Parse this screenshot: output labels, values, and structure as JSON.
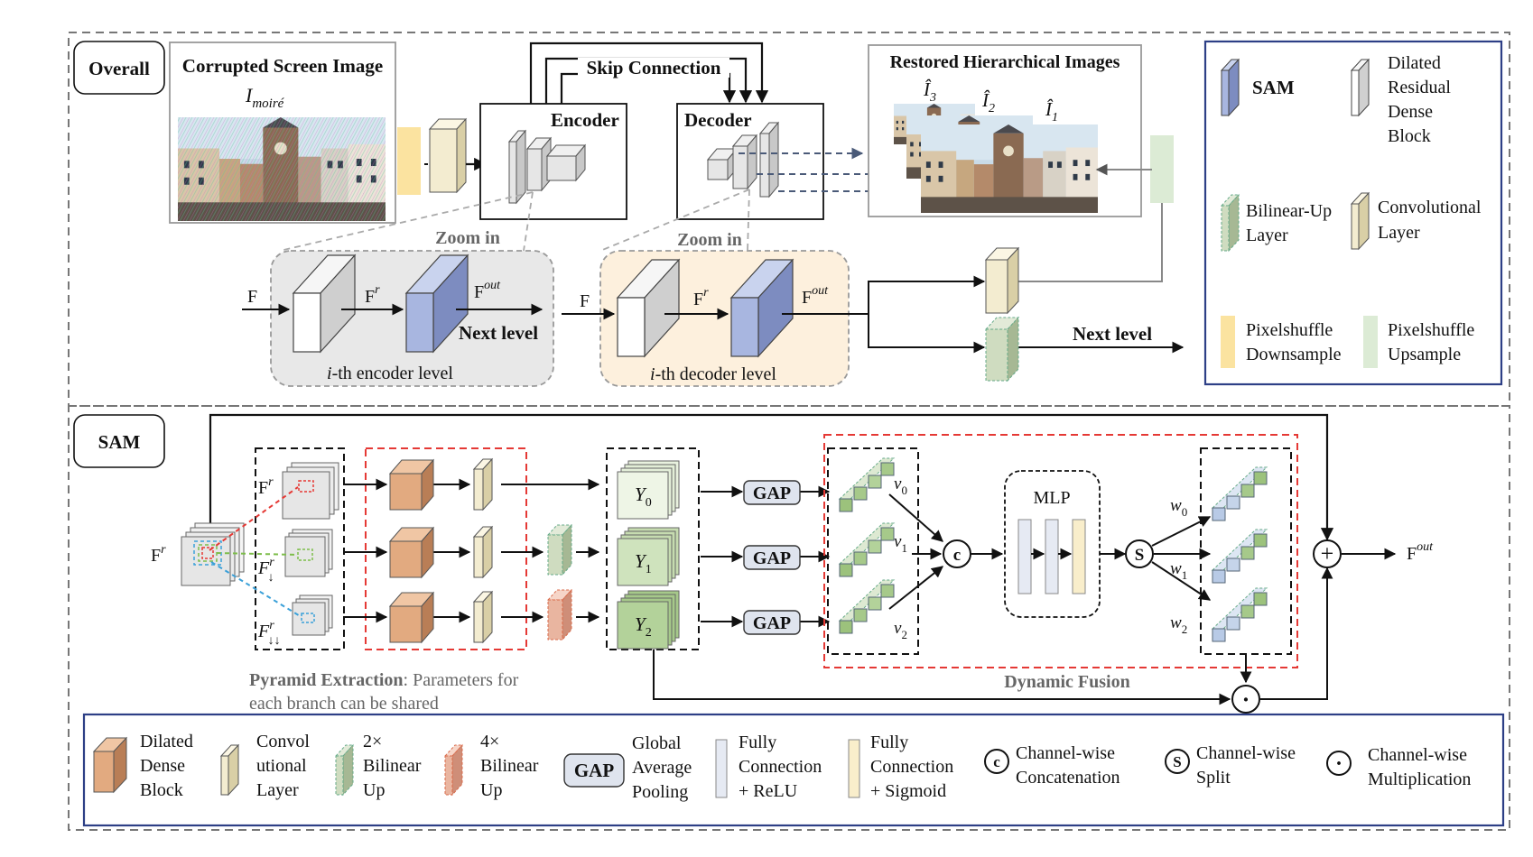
{
  "overall": {
    "tag": "Overall",
    "input_title": "Corrupted Screen Image",
    "input_symbol": "I",
    "input_symbol_sub": "moiré",
    "encoder": "Encoder",
    "decoder": "Decoder",
    "skip": "Skip Connection",
    "restored_title": "Restored Hierarchical Images",
    "out_symbols": [
      {
        "base": "Î",
        "sub": "3"
      },
      {
        "base": "Î",
        "sub": "2"
      },
      {
        "base": "Î",
        "sub": "1"
      }
    ],
    "zoom_in": "Zoom in",
    "enc_level": {
      "F": "F",
      "Fr": "F",
      "Fr_sup": "r",
      "Fout": "F",
      "Fout_sup": "out",
      "next": "Next level",
      "label_i": "i",
      "label_rest": "-th encoder level"
    },
    "dec_level": {
      "F": "F",
      "Fr": "F",
      "Fr_sup": "r",
      "Fout": "F",
      "Fout_sup": "out",
      "label_i": "i",
      "label_rest": "-th decoder level"
    },
    "next_level": "Next level"
  },
  "legend_top": {
    "sam": "SAM",
    "drdb": [
      "Dilated",
      "Residual",
      "Dense",
      "Block"
    ],
    "bilinear": [
      "Bilinear-Up",
      "Layer"
    ],
    "conv": [
      "Convolutional",
      "Layer"
    ],
    "ps_down": [
      "Pixelshuffle",
      "Downsample"
    ],
    "ps_up": [
      "Pixelshuffle",
      "Upsample"
    ]
  },
  "sam": {
    "tag": "SAM",
    "fr_main": {
      "base": "F",
      "sup": "r"
    },
    "fr_levels": [
      {
        "base": "F",
        "sup": "r",
        "sub": ""
      },
      {
        "base": "F",
        "sup": "r",
        "sub": "↓"
      },
      {
        "base": "F",
        "sup": "r",
        "sub": "↓↓"
      }
    ],
    "y_labels": [
      {
        "base": "Y",
        "sub": "0"
      },
      {
        "base": "Y",
        "sub": "1"
      },
      {
        "base": "Y",
        "sub": "2"
      }
    ],
    "gap": "GAP",
    "v_labels": [
      {
        "base": "v",
        "sub": "0"
      },
      {
        "base": "v",
        "sub": "1"
      },
      {
        "base": "v",
        "sub": "2"
      }
    ],
    "w_labels": [
      {
        "base": "w",
        "sub": "0"
      },
      {
        "base": "w",
        "sub": "1"
      },
      {
        "base": "w",
        "sub": "2"
      }
    ],
    "concat_symbol": "c",
    "split_symbol": "S",
    "mlp": "MLP",
    "plus_symbol": "+",
    "mult_symbol": "·",
    "fout": {
      "base": "F",
      "sup": "out"
    },
    "pyramid_bold": "Pyramid Extraction",
    "pyramid_rest": ": Parameters for",
    "pyramid_line2": "each branch can be shared",
    "dynamic_fusion": "Dynamic Fusion"
  },
  "legend_bottom": {
    "dilated_dense": [
      "Dilated",
      "Dense",
      "Block"
    ],
    "conv": [
      "Convol",
      "utional",
      "Layer"
    ],
    "bilinear2": [
      "2×",
      "Bilinear",
      "Up"
    ],
    "bilinear4": [
      "4×",
      "Bilinear",
      "Up"
    ],
    "gap_box": "GAP",
    "gap": [
      "Global",
      "Average",
      "Pooling"
    ],
    "fc_relu": [
      "Fully",
      "Connection",
      "+ ReLU"
    ],
    "fc_sigmoid": [
      "Fully",
      "Connection",
      "+ Sigmoid"
    ],
    "concat_symbol": "c",
    "concat": [
      "Channel-wise",
      "Concatenation"
    ],
    "split_symbol": "S",
    "split": [
      "Channel-wise",
      "Split"
    ],
    "mult_symbol": "·",
    "mult": [
      "Channel-wise",
      "Multiplication"
    ]
  },
  "colors": {
    "sam_blue": "#9eb0dc",
    "drdb_gray": "#d6d6d6",
    "conv_cream": "#f3ecd0",
    "dilated_orange": "#e2aa80",
    "bilinear_green": "#b9c9a8",
    "bilinear4_red": "#e9b5a0",
    "ps_down": "#fbe3a0",
    "ps_up": "#dcebd5",
    "y_green": "#cfe3bd",
    "enc_panel": "#e8e8e8",
    "dec_panel": "#fdf0dd",
    "red_dash": "#e53935",
    "navy": "#2d3f86"
  }
}
